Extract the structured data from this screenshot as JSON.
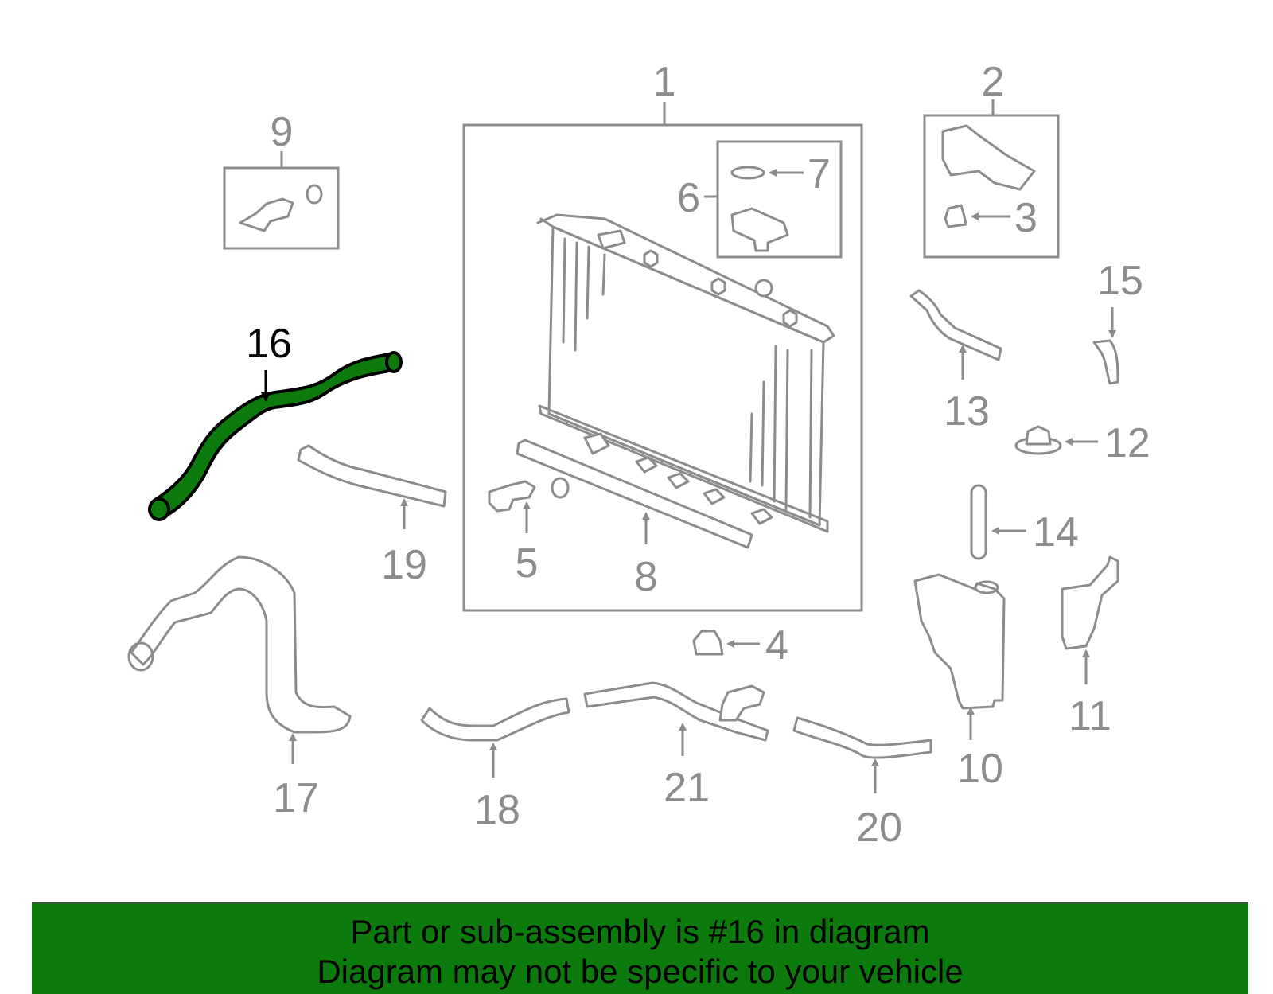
{
  "colors": {
    "highlight_fill": "#0d7a0d",
    "highlight_stroke": "#000000",
    "part_stroke": "#8c8c8c",
    "banner_background": "#0d7a0d",
    "label_gray": "#8c8c8c"
  },
  "highlighted_part": "16",
  "callouts": {
    "c1": "1",
    "c2": "2",
    "c3": "3",
    "c4": "4",
    "c5": "5",
    "c6": "6",
    "c7": "7",
    "c8": "8",
    "c9": "9",
    "c10": "10",
    "c11": "11",
    "c12": "12",
    "c13": "13",
    "c14": "14",
    "c15": "15",
    "c16": "16",
    "c17": "17",
    "c18": "18",
    "c19": "19",
    "c20": "20",
    "c21": "21"
  },
  "banner": {
    "line1": "Part or sub-assembly is #16 in diagram",
    "line2": "Diagram may not be specific to your vehicle"
  }
}
